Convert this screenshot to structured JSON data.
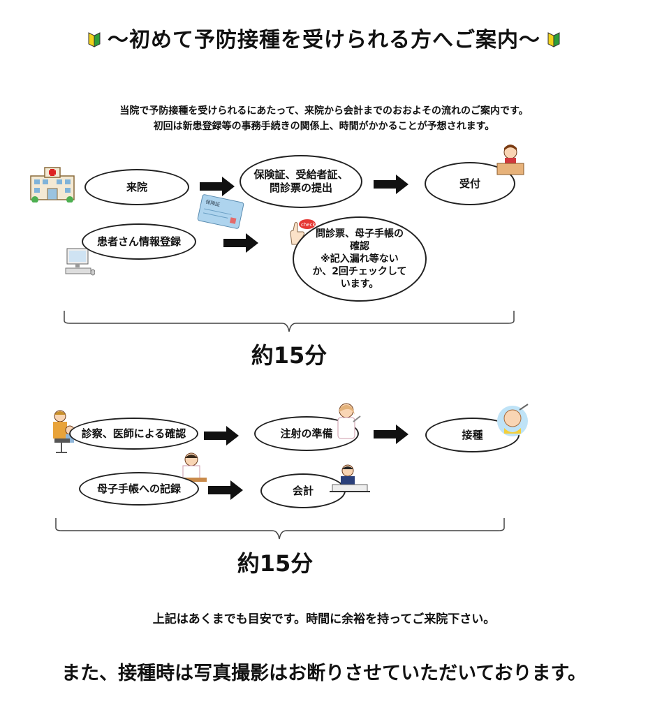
{
  "title": "～初めて予防接種を受けられる方へご案内～",
  "intro": {
    "line1": "当院で予防接種を受けられるにあたって、来院から会計までのおおよその流れのご案内です。",
    "line2": "初回は新患登録等の事務手続きの関係上、時間がかかることが予想されます。"
  },
  "flow1": {
    "step1": "来院",
    "step2_line1": "保険証、受給者証、",
    "step2_line2": "問診票の提出",
    "step3": "受付",
    "step4": "患者さん情報登録",
    "step5_line1": "問診票、母子手帳の",
    "step5_line2": "確認",
    "step5_line3": "※記入漏れ等ない",
    "step5_line4": "か、2回チェックして",
    "step5_line5": "います。",
    "duration": "約15分",
    "card_label": "保険証",
    "check_label": "check"
  },
  "flow2": {
    "step1": "診察、医師による確認",
    "step2": "注射の準備",
    "step3": "接種",
    "step4": "母子手帳への記録",
    "step5": "会計",
    "duration": "約15分"
  },
  "notes": {
    "line1": "上記はあくまでも目安です。時間に余裕を持ってご来院下さい。",
    "line2": "また、接種時は写真撮影はお断りさせていただいております。"
  },
  "colors": {
    "leaf_green": "#2e9e3a",
    "leaf_yellow": "#f2d21b"
  }
}
